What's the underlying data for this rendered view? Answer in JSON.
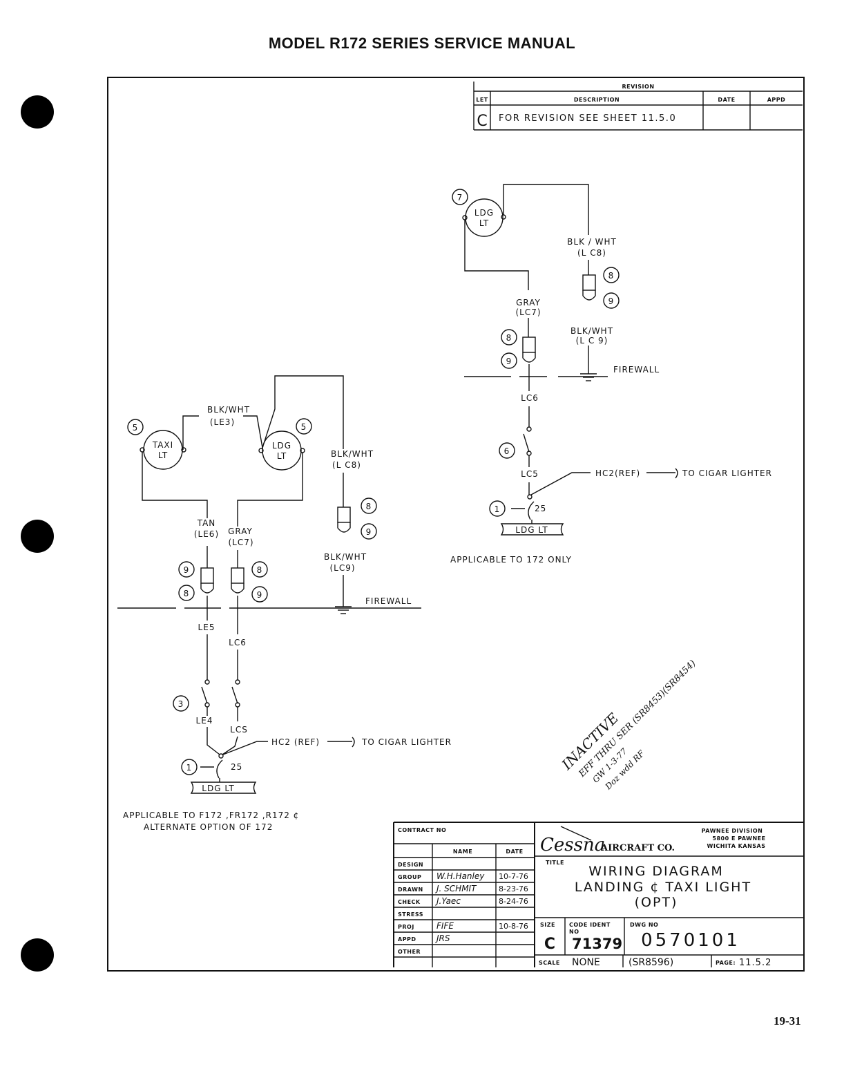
{
  "header": {
    "title": "MODEL R172 SERIES SERVICE MANUAL"
  },
  "revision": {
    "heading": "REVISION",
    "col_let": "LET",
    "col_description": "DESCRIPTION",
    "col_date": "DATE",
    "col_appd": "APPD",
    "row_let": "C",
    "row_description": "FOR REVISION SEE SHEET 11.5.0"
  },
  "diagram_right": {
    "balloon_7": "7",
    "ldg_lt_1": "LDG",
    "ldg_lt_2": "LT",
    "wire_blkwht_1": "BLK / WHT",
    "wire_lc8": "(L C8)",
    "b8a": "8",
    "b9a": "9",
    "wire_gray": "GRAY",
    "wire_lc7": "(LC7)",
    "wire_blkwht_2": "BLK/WHT",
    "wire_lc9": "(L C 9)",
    "b8b": "8",
    "b9b": "9",
    "firewall": "FIREWALL",
    "lc6": "LC6",
    "b6": "6",
    "lc5": "LC5",
    "hc2": "HC2(REF)",
    "to_cigar": "TO CIGAR LIGHTER",
    "b1": "1",
    "n25": "25",
    "ldg_lt_box": "LDG LT",
    "applicable": "APPLICABLE TO 172 ONLY"
  },
  "diagram_left": {
    "blkwht_le3": "BLK/WHT",
    "le3": "(LE3)",
    "b5a": "5",
    "b5b": "5",
    "taxi_1": "TAXI",
    "taxi_2": "LT",
    "ldg_1": "LDG",
    "ldg_2": "LT",
    "blkwht_lc8": "BLK/WHT",
    "lc8": "(L C8)",
    "b8c": "8",
    "b9c": "9",
    "tan": "TAN",
    "le6": "(LE6)",
    "gray": "GRAY",
    "lc7": "(LC7)",
    "blkwht_lc9": "BLK/WHT",
    "lc9": "(LC9)",
    "b9d": "9",
    "b8d": "8",
    "b8e": "8",
    "b9e": "9",
    "firewall": "FIREWALL",
    "le5": "LE5",
    "lc6": "LC6",
    "b3": "3",
    "le4": "LE4",
    "lc5": "LCS",
    "hc2": "HC2 (REF)",
    "to_cigar": "TO CIGAR LIGHTER",
    "b1": "1",
    "n25": "25",
    "ldg_lt_box": "LDG LT",
    "applicable_1": "APPLICABLE TO F172 ,FR172 ,R172 ¢",
    "applicable_2": "ALTERNATE OPTION OF 172"
  },
  "handwritten_note": {
    "line1": "INACTIVE",
    "line2": "EFF THRU SER (SR8453)(SR8454)",
    "line3": "GW 1-3-77",
    "line4": "Doz wdd RF"
  },
  "title_block": {
    "contract_no": "CONTRACT NO",
    "col_name": "NAME",
    "col_date": "DATE",
    "rows": [
      {
        "role": "DESIGN",
        "name": "",
        "date": ""
      },
      {
        "role": "GROUP",
        "name": "W.H.Hanley",
        "date": "10-7-76"
      },
      {
        "role": "DRAWN",
        "name": "J. SCHMIT",
        "date": "8-23-76"
      },
      {
        "role": "CHECK",
        "name": "J.Yaec",
        "date": "8-24-76"
      },
      {
        "role": "STRESS",
        "name": "",
        "date": ""
      },
      {
        "role": "PROJ",
        "name": "FIFE",
        "date": "10-8-76"
      },
      {
        "role": "APPD",
        "name": "JRS",
        "date": ""
      },
      {
        "role": "OTHER",
        "name": "",
        "date": ""
      }
    ],
    "company": "Cessna",
    "company_suffix": "AIRCRAFT CO.",
    "division_1": "PAWNEE DIVISION",
    "division_2": "5800 E PAWNEE",
    "division_3": "WICHITA KANSAS",
    "title_label": "TITLE",
    "title_1": "WIRING DIAGRAM",
    "title_2": "LANDING ¢ TAXI LIGHT",
    "title_3": "(OPT)",
    "size_label": "SIZE",
    "size_value": "C",
    "code_ident_label": "CODE IDENT",
    "code_ident_no": "NO",
    "code_ident_value": "71379",
    "dwg_no_label": "DWG NO",
    "dwg_no_value": "0570101",
    "scale_label": "SCALE",
    "scale_value": "NONE",
    "ser_value": "(SR8596)",
    "page_label": "PAGE:",
    "page_value": "11.5.2"
  },
  "page_number": "19-31"
}
